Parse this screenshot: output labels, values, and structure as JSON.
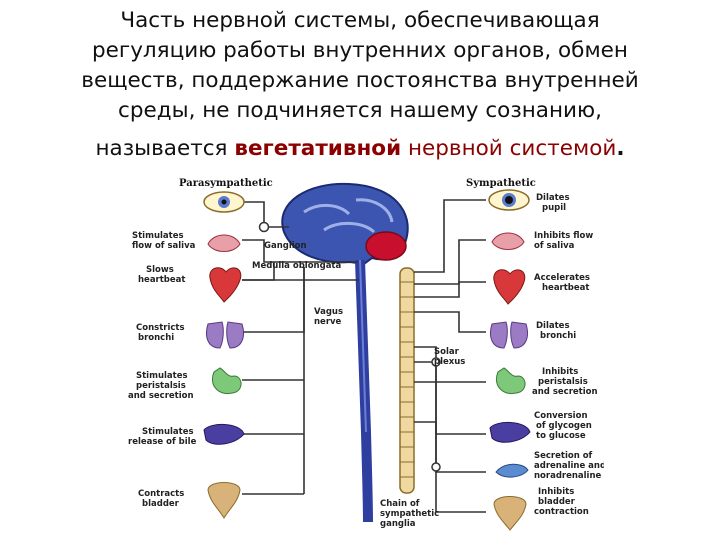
{
  "title": {
    "line1": "Часть нервной системы, обеспечивающая",
    "line2": "регуляцию работы внутренних органов, обмен",
    "line3": "веществ, поддержание постоянства внутренней",
    "line4": "среды, не подчиняется нашему сознанию,",
    "line5_prefix": "называется",
    "keyword": "вегетативной",
    "line5_rest": "нервной системой",
    "line5_end": "."
  },
  "diagram": {
    "parasympathetic_title": "Parasympathetic",
    "sympathetic_title": "Sympathetic",
    "parasympathetic_labels": [
      [
        "Stimulates",
        "flow of saliva"
      ],
      [
        "Slows",
        "heartbeat"
      ],
      [
        "Constricts",
        "bronchi"
      ],
      [
        "Stimulates",
        "peristalsis",
        "and secretion"
      ],
      [
        "Stimulates",
        "release of bile"
      ],
      [
        "Contracts",
        "bladder"
      ]
    ],
    "sympathetic_labels": [
      [
        "Dilates",
        "pupil"
      ],
      [
        "Inhibits flow",
        "of saliva"
      ],
      [
        "Accelerates",
        "heartbeat"
      ],
      [
        "Dilates",
        "bronchi"
      ],
      [
        "Inhibits",
        "peristalsis",
        "and secretion"
      ],
      [
        "Conversion",
        "of glycogen",
        "to glucose"
      ],
      [
        "Secretion of",
        "adrenaline and",
        "noradrenaline"
      ],
      [
        "Inhibits",
        "bladder",
        "contraction"
      ]
    ],
    "ganglion_label": "Ganglion",
    "medulla_label": "Medulla oblongata",
    "vagus_label": [
      "Vagus",
      "nerve"
    ],
    "solar_label": [
      "Solar",
      "plexus"
    ],
    "chain_label": [
      "Chain of",
      "sympathetic",
      "ganglia"
    ]
  },
  "colors": {
    "brain": "#3b55b0",
    "cerebellum": "#c8102e",
    "cord": "#2f3fa0",
    "chain": "#f0d9a0",
    "heart": "#d8383a",
    "lungs": "#9b7bc4",
    "stomach": "#7ec87a",
    "liver": "#4a3fa0",
    "bladder": "#d9b27a",
    "line": "#333333",
    "keyword": "#8b0000"
  }
}
